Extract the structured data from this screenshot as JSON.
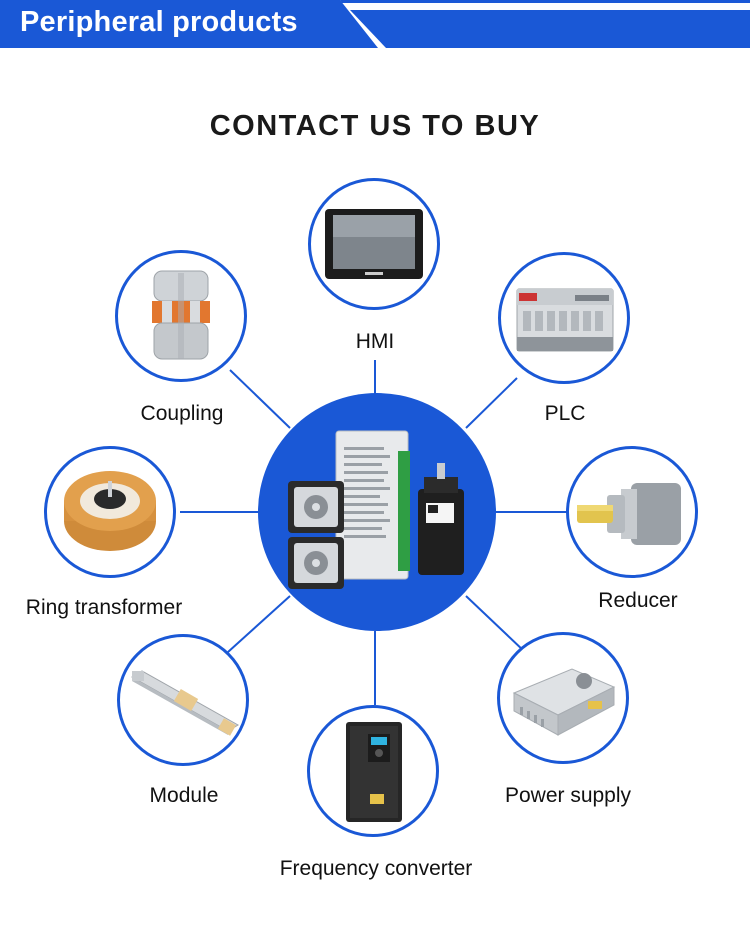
{
  "banner": {
    "title": "Peripheral products",
    "accent": "#1a58d6"
  },
  "headline": "CONTACT US TO BUY",
  "hub": {
    "icon": "stepper-motor-driver-kit-icon"
  },
  "products": [
    {
      "key": "hmi",
      "label": "HMI",
      "icon": "hmi-touchscreen-icon"
    },
    {
      "key": "plc",
      "label": "PLC",
      "icon": "plc-controller-icon"
    },
    {
      "key": "reducer",
      "label": "Reducer",
      "icon": "gear-reducer-icon"
    },
    {
      "key": "power",
      "label": "Power supply",
      "icon": "power-supply-icon"
    },
    {
      "key": "converter",
      "label": "Frequency converter",
      "icon": "frequency-converter-icon"
    },
    {
      "key": "module",
      "label": "Module",
      "icon": "linear-module-icon"
    },
    {
      "key": "ring",
      "label": "Ring transformer",
      "icon": "ring-transformer-icon"
    },
    {
      "key": "coupling",
      "label": "Coupling",
      "icon": "coupling-icon"
    }
  ]
}
